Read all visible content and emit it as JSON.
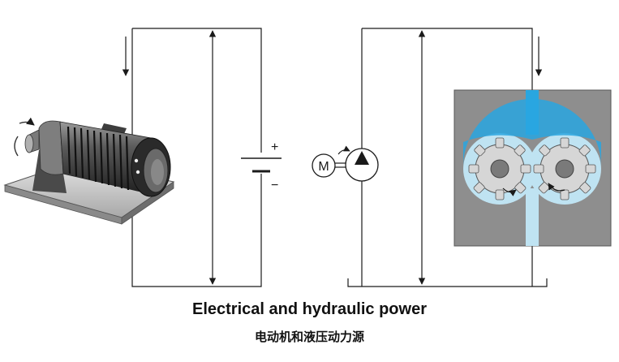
{
  "diagram": {
    "title": "Electrical and hydraulic power",
    "subtitle": "电动机和液压动力源",
    "battery": {
      "plus_label": "+",
      "minus_label": "−"
    },
    "pump_symbol": {
      "motor_label": "M"
    }
  },
  "colors": {
    "line": "#1a1a1a",
    "fluid_light": "#bfe3f2",
    "fluid_dark": "#29a6e0",
    "pump_body": "#8e8e8e",
    "gear": "#d6d6d6"
  },
  "icons": [
    "electric-motor-icon",
    "battery-symbol-icon",
    "hydraulic-pump-symbol-icon",
    "gear-pump-cutaway-icon",
    "flow-arrow-icon"
  ]
}
